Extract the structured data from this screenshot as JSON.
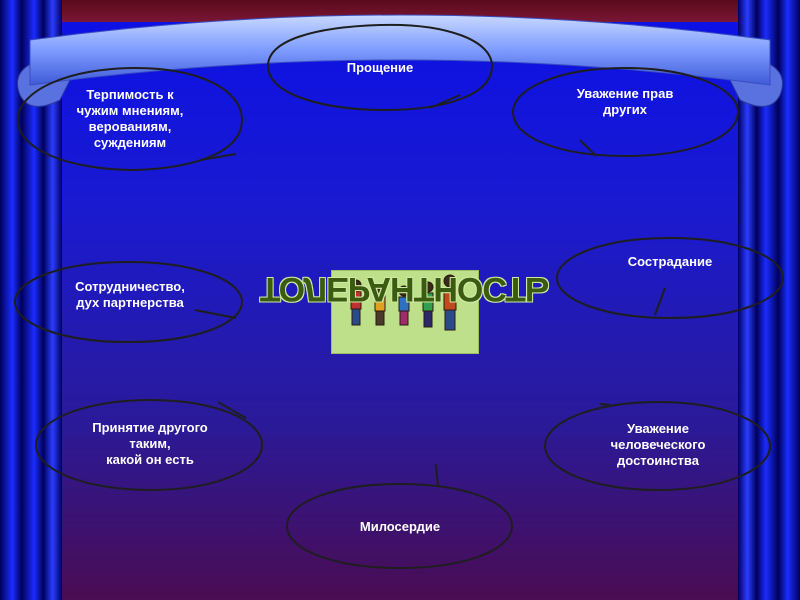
{
  "slide": {
    "center_word": "ТОЛЕРАНТНОСТЬ",
    "bubbles": [
      {
        "id": "forgiveness",
        "label": "Прощение"
      },
      {
        "id": "tolerance-opinions",
        "label": "Терпимость к\nчужим мнениям,\nверованиям,\nсуждениям"
      },
      {
        "id": "respect-rights",
        "label": "Уважение прав\nдругих"
      },
      {
        "id": "compassion",
        "label": "Сострадание"
      },
      {
        "id": "cooperation",
        "label": "Сотрудничество,\nдух партнерства"
      },
      {
        "id": "acceptance",
        "label": "Принятие другого\nтаким,\nкакой он есть"
      },
      {
        "id": "respect-dignity",
        "label": "Уважение\nчеловеческого\nдостоинства"
      },
      {
        "id": "mercy",
        "label": "Милосердие"
      }
    ],
    "picture_icon": "children-group-icon"
  },
  "colors": {
    "background_top": "#0b10e6",
    "background_bottom": "#4a0c52",
    "banner": "#8fb0ff",
    "bubble_stroke": "#1e1e1e",
    "text": "#ffffff",
    "picture_bg": "#bfe08a"
  }
}
